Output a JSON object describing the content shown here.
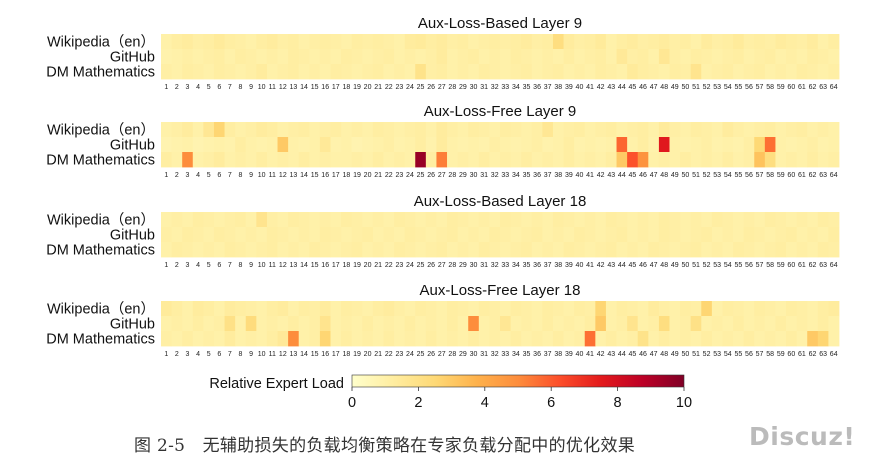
{
  "figure": {
    "caption": "图 2-5　无辅助损失的负载均衡策略在专家负载分配中的优化效果",
    "watermark": "Discuz!"
  },
  "chart_data": {
    "type": "heatmap",
    "rows": [
      "Wikipedia（en）",
      "GitHub",
      "DM Mathematics"
    ],
    "x": [
      "1",
      "2",
      "3",
      "4",
      "5",
      "6",
      "7",
      "8",
      "9",
      "10",
      "11",
      "12",
      "13",
      "14",
      "15",
      "16",
      "17",
      "18",
      "19",
      "20",
      "21",
      "22",
      "23",
      "24",
      "25",
      "26",
      "27",
      "28",
      "29",
      "30",
      "31",
      "32",
      "33",
      "34",
      "35",
      "36",
      "37",
      "38",
      "39",
      "40",
      "41",
      "42",
      "43",
      "44",
      "45",
      "46",
      "47",
      "48",
      "49",
      "50",
      "51",
      "52",
      "53",
      "54",
      "55",
      "56",
      "57",
      "58",
      "59",
      "60",
      "61",
      "62",
      "63",
      "64"
    ],
    "colorbar": {
      "title": "Relative Expert Load",
      "ticks": [
        0,
        2,
        4,
        6,
        8,
        10
      ],
      "range": [
        0,
        10
      ],
      "colors": [
        "#ffffcc",
        "#ffeda0",
        "#fed976",
        "#feb24c",
        "#fd8d3c",
        "#fc4e2a",
        "#e31a1c",
        "#bd0026",
        "#800026"
      ]
    },
    "panels": [
      {
        "title": "Aux-Loss-Based Layer 9",
        "values": [
          [
            1.0,
            1.2,
            1.3,
            1.1,
            1.2,
            1.4,
            1.2,
            1.1,
            1.0,
            1.2,
            1.3,
            1.1,
            1.2,
            1.0,
            1.1,
            1.2,
            1.1,
            1.0,
            1.2,
            1.1,
            1.2,
            1.1,
            1.0,
            1.3,
            1.4,
            1.2,
            1.3,
            1.1,
            1.2,
            1.0,
            1.1,
            1.2,
            1.1,
            1.2,
            1.3,
            1.1,
            1.2,
            2.2,
            1.3,
            1.1,
            1.2,
            1.4,
            1.0,
            1.2,
            1.3,
            1.1,
            1.2,
            1.3,
            1.1,
            1.2,
            1.0,
            1.3,
            1.1,
            1.2,
            1.4,
            1.1,
            1.2,
            1.1,
            1.3,
            1.2,
            1.1,
            1.3,
            1.0,
            1.2
          ],
          [
            0.9,
            1.0,
            1.1,
            1.0,
            1.1,
            1.2,
            1.0,
            1.2,
            1.1,
            1.0,
            1.1,
            1.0,
            1.2,
            1.1,
            1.0,
            1.1,
            1.0,
            1.2,
            1.1,
            1.0,
            1.1,
            1.2,
            1.0,
            1.1,
            1.0,
            1.1,
            1.3,
            1.0,
            1.1,
            1.2,
            1.0,
            1.1,
            1.0,
            1.2,
            1.1,
            1.0,
            1.1,
            1.0,
            1.2,
            1.0,
            1.1,
            1.2,
            1.0,
            1.5,
            1.1,
            1.2,
            1.0,
            1.6,
            1.1,
            1.0,
            1.2,
            1.1,
            1.0,
            1.1,
            1.2,
            1.0,
            1.1,
            1.2,
            1.0,
            1.1,
            1.0,
            1.2,
            1.1,
            1.0
          ],
          [
            1.1,
            1.0,
            1.2,
            1.1,
            1.0,
            1.2,
            1.1,
            1.0,
            1.1,
            1.3,
            1.0,
            1.1,
            1.2,
            1.0,
            1.1,
            1.0,
            1.2,
            1.1,
            1.0,
            1.1,
            1.2,
            1.0,
            1.1,
            1.0,
            1.9,
            1.1,
            1.2,
            1.0,
            1.1,
            1.0,
            1.2,
            1.1,
            1.0,
            1.1,
            1.2,
            1.0,
            1.1,
            1.2,
            1.0,
            1.1,
            1.0,
            1.2,
            1.1,
            1.0,
            1.4,
            1.2,
            1.1,
            1.0,
            1.2,
            1.1,
            1.8,
            1.0,
            1.1,
            1.2,
            1.0,
            1.1,
            1.2,
            1.0,
            1.1,
            1.0,
            1.2,
            1.1,
            1.0,
            1.1
          ]
        ]
      },
      {
        "title": "Aux-Loss-Free Layer 9",
        "values": [
          [
            1.0,
            1.1,
            1.3,
            1.0,
            1.6,
            2.6,
            1.2,
            1.0,
            1.1,
            1.3,
            1.2,
            1.0,
            1.1,
            1.2,
            1.0,
            1.1,
            1.2,
            1.0,
            1.1,
            1.0,
            1.2,
            1.1,
            1.0,
            1.1,
            1.2,
            1.0,
            1.3,
            1.1,
            1.0,
            1.2,
            1.1,
            1.0,
            1.2,
            1.1,
            1.0,
            1.1,
            1.6,
            1.0,
            1.1,
            1.2,
            1.0,
            1.1,
            1.2,
            1.0,
            1.1,
            1.2,
            1.0,
            1.4,
            1.1,
            1.0,
            1.2,
            1.1,
            1.0,
            1.3,
            1.1,
            1.0,
            1.1,
            1.2,
            1.0,
            1.1,
            1.2,
            1.0,
            1.1,
            1.0
          ],
          [
            0.8,
            0.9,
            1.0,
            0.8,
            0.9,
            1.0,
            0.9,
            1.2,
            1.0,
            0.9,
            1.0,
            3.0,
            1.0,
            0.9,
            1.0,
            1.5,
            0.9,
            1.0,
            0.8,
            0.9,
            1.0,
            1.1,
            0.9,
            1.0,
            1.2,
            0.9,
            1.3,
            1.0,
            0.9,
            1.0,
            0.9,
            1.1,
            1.0,
            0.9,
            1.0,
            1.1,
            0.9,
            1.0,
            1.2,
            0.9,
            1.0,
            0.9,
            1.0,
            5.8,
            1.0,
            1.2,
            0.9,
            7.6,
            1.0,
            0.9,
            1.0,
            1.1,
            0.9,
            1.0,
            0.9,
            1.1,
            2.5,
            5.6,
            1.0,
            0.9,
            1.0,
            1.1,
            0.9,
            1.0
          ],
          [
            1.2,
            1.0,
            5.0,
            1.0,
            1.1,
            1.3,
            1.0,
            1.1,
            1.0,
            1.2,
            1.0,
            1.1,
            1.0,
            1.2,
            1.0,
            1.1,
            1.0,
            1.0,
            1.1,
            1.0,
            1.2,
            1.0,
            1.1,
            1.0,
            9.5,
            1.2,
            5.3,
            1.0,
            1.1,
            1.0,
            1.2,
            1.0,
            1.1,
            1.0,
            1.2,
            1.0,
            1.1,
            1.0,
            1.2,
            1.0,
            1.1,
            1.0,
            1.2,
            3.0,
            6.2,
            4.8,
            1.0,
            1.1,
            1.0,
            1.2,
            1.0,
            1.1,
            1.0,
            1.2,
            1.0,
            1.1,
            3.2,
            2.2,
            1.0,
            1.1,
            1.0,
            1.2,
            1.0,
            1.1
          ]
        ]
      },
      {
        "title": "Aux-Loss-Based Layer 18",
        "values": [
          [
            1.0,
            1.1,
            1.0,
            1.2,
            1.1,
            1.0,
            1.1,
            1.2,
            1.0,
            1.8,
            1.1,
            1.0,
            1.2,
            1.1,
            1.0,
            1.1,
            1.0,
            1.2,
            1.1,
            1.0,
            1.1,
            1.0,
            1.2,
            1.1,
            1.0,
            1.1,
            1.0,
            1.2,
            1.1,
            1.0,
            1.1,
            1.0,
            1.2,
            1.1,
            1.0,
            1.1,
            1.0,
            1.2,
            1.1,
            1.0,
            1.1,
            1.0,
            1.2,
            1.1,
            1.0,
            1.1,
            1.0,
            1.2,
            1.1,
            1.0,
            1.1,
            1.0,
            1.2,
            1.1,
            1.0,
            1.1,
            1.0,
            1.2,
            1.1,
            1.0,
            1.1,
            1.0,
            1.2,
            1.1
          ],
          [
            1.1,
            1.0,
            1.2,
            1.1,
            1.0,
            1.2,
            1.1,
            1.0,
            1.1,
            1.0,
            1.2,
            1.1,
            1.0,
            1.1,
            1.0,
            1.2,
            1.1,
            1.0,
            1.1,
            1.2,
            1.0,
            1.1,
            1.0,
            1.2,
            1.1,
            1.0,
            1.1,
            1.2,
            1.0,
            1.1,
            1.0,
            1.2,
            1.1,
            1.0,
            1.1,
            1.2,
            1.0,
            1.1,
            1.0,
            1.2,
            1.1,
            1.0,
            1.1,
            1.2,
            1.0,
            1.1,
            1.0,
            1.2,
            1.1,
            1.0,
            1.1,
            1.2,
            1.0,
            1.1,
            1.0,
            1.2,
            1.1,
            1.0,
            1.1,
            1.2,
            1.0,
            1.1,
            1.0,
            1.2
          ],
          [
            1.0,
            1.2,
            1.1,
            1.0,
            1.1,
            1.0,
            1.2,
            1.1,
            1.0,
            1.1,
            1.2,
            1.0,
            1.1,
            1.0,
            1.2,
            1.1,
            1.0,
            1.1,
            1.2,
            1.0,
            1.1,
            1.0,
            1.2,
            1.1,
            1.0,
            1.1,
            1.2,
            1.0,
            1.1,
            1.0,
            1.2,
            1.1,
            1.0,
            1.1,
            1.2,
            1.0,
            1.1,
            1.0,
            1.2,
            1.1,
            1.0,
            1.1,
            1.2,
            1.0,
            1.1,
            1.0,
            1.2,
            1.1,
            1.0,
            1.1,
            1.2,
            1.0,
            1.1,
            1.0,
            1.2,
            1.1,
            1.0,
            1.1,
            1.2,
            1.0,
            1.1,
            1.0,
            1.2,
            1.1
          ]
        ]
      },
      {
        "title": "Aux-Loss-Free Layer 18",
        "values": [
          [
            1.4,
            1.2,
            1.0,
            1.3,
            1.2,
            1.0,
            1.3,
            1.2,
            1.1,
            1.0,
            1.2,
            1.3,
            1.0,
            1.2,
            1.1,
            1.3,
            1.0,
            1.2,
            1.1,
            1.0,
            1.2,
            1.3,
            1.1,
            1.0,
            1.2,
            1.1,
            1.0,
            1.2,
            1.1,
            1.0,
            1.2,
            1.1,
            1.0,
            1.2,
            1.1,
            1.0,
            1.2,
            1.1,
            1.0,
            1.2,
            1.1,
            2.6,
            1.0,
            1.2,
            1.1,
            1.0,
            1.3,
            1.1,
            1.0,
            1.2,
            1.1,
            2.6,
            1.0,
            1.2,
            1.1,
            1.0,
            1.2,
            1.1,
            1.0,
            1.2,
            1.1,
            1.0,
            1.2,
            1.3
          ],
          [
            1.0,
            1.1,
            1.0,
            1.2,
            1.0,
            1.1,
            2.0,
            1.0,
            2.3,
            1.0,
            1.1,
            1.0,
            1.2,
            1.0,
            1.1,
            1.8,
            1.0,
            1.1,
            1.0,
            1.2,
            1.0,
            1.1,
            1.0,
            1.2,
            1.0,
            1.1,
            1.0,
            1.2,
            1.0,
            5.0,
            1.0,
            1.1,
            1.6,
            1.0,
            1.1,
            1.0,
            1.2,
            1.0,
            1.1,
            1.0,
            1.2,
            3.0,
            1.0,
            1.1,
            1.8,
            1.0,
            1.1,
            2.2,
            1.0,
            1.1,
            2.0,
            1.0,
            1.1,
            1.0,
            1.2,
            1.0,
            1.1,
            1.0,
            1.2,
            1.0,
            1.1,
            1.0,
            1.2,
            1.0
          ],
          [
            1.1,
            1.0,
            1.2,
            1.0,
            1.1,
            1.0,
            1.3,
            1.0,
            1.1,
            1.0,
            1.2,
            1.5,
            5.0,
            1.0,
            1.1,
            2.6,
            1.0,
            1.2,
            1.0,
            1.1,
            1.0,
            1.2,
            1.0,
            1.1,
            1.0,
            1.2,
            1.0,
            1.1,
            1.0,
            1.2,
            1.0,
            1.1,
            1.0,
            1.2,
            1.0,
            1.1,
            1.0,
            1.2,
            1.0,
            1.1,
            5.6,
            1.0,
            1.2,
            1.0,
            1.1,
            1.9,
            1.0,
            1.2,
            1.0,
            1.1,
            1.0,
            1.2,
            1.0,
            1.1,
            1.0,
            1.2,
            1.0,
            1.1,
            1.0,
            1.2,
            1.0,
            3.0,
            2.6,
            1.0
          ]
        ]
      }
    ]
  }
}
